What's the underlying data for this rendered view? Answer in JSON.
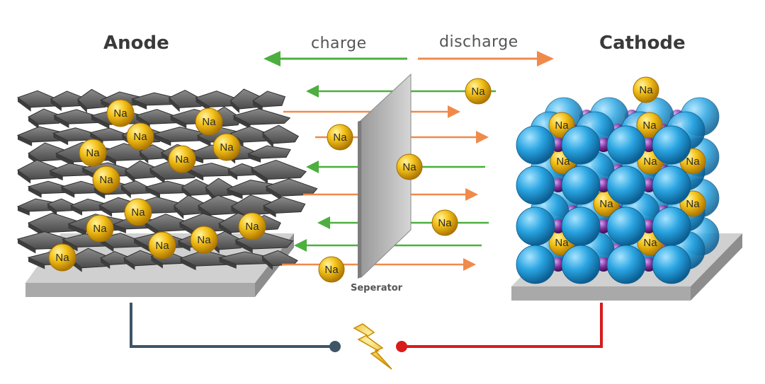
{
  "labels": {
    "anode": "Anode",
    "cathode": "Cathode",
    "charge": "charge",
    "discharge": "discharge",
    "separator": "Seperator",
    "ion": "Na"
  },
  "colors": {
    "charge_arrow": "#4caf3f",
    "discharge_arrow": "#f08a4b",
    "sodium_ion": "#f2b400",
    "anode_material": "#5a5a5a",
    "cathode_large_atom": "#29a3e0",
    "cathode_small_atom": "#7a2f9a",
    "negative_wire": "#3e5566",
    "positive_wire": "#d81b1b",
    "platform": "#bdbdbd"
  },
  "icons": {
    "power": "lightning-bolt-icon"
  }
}
